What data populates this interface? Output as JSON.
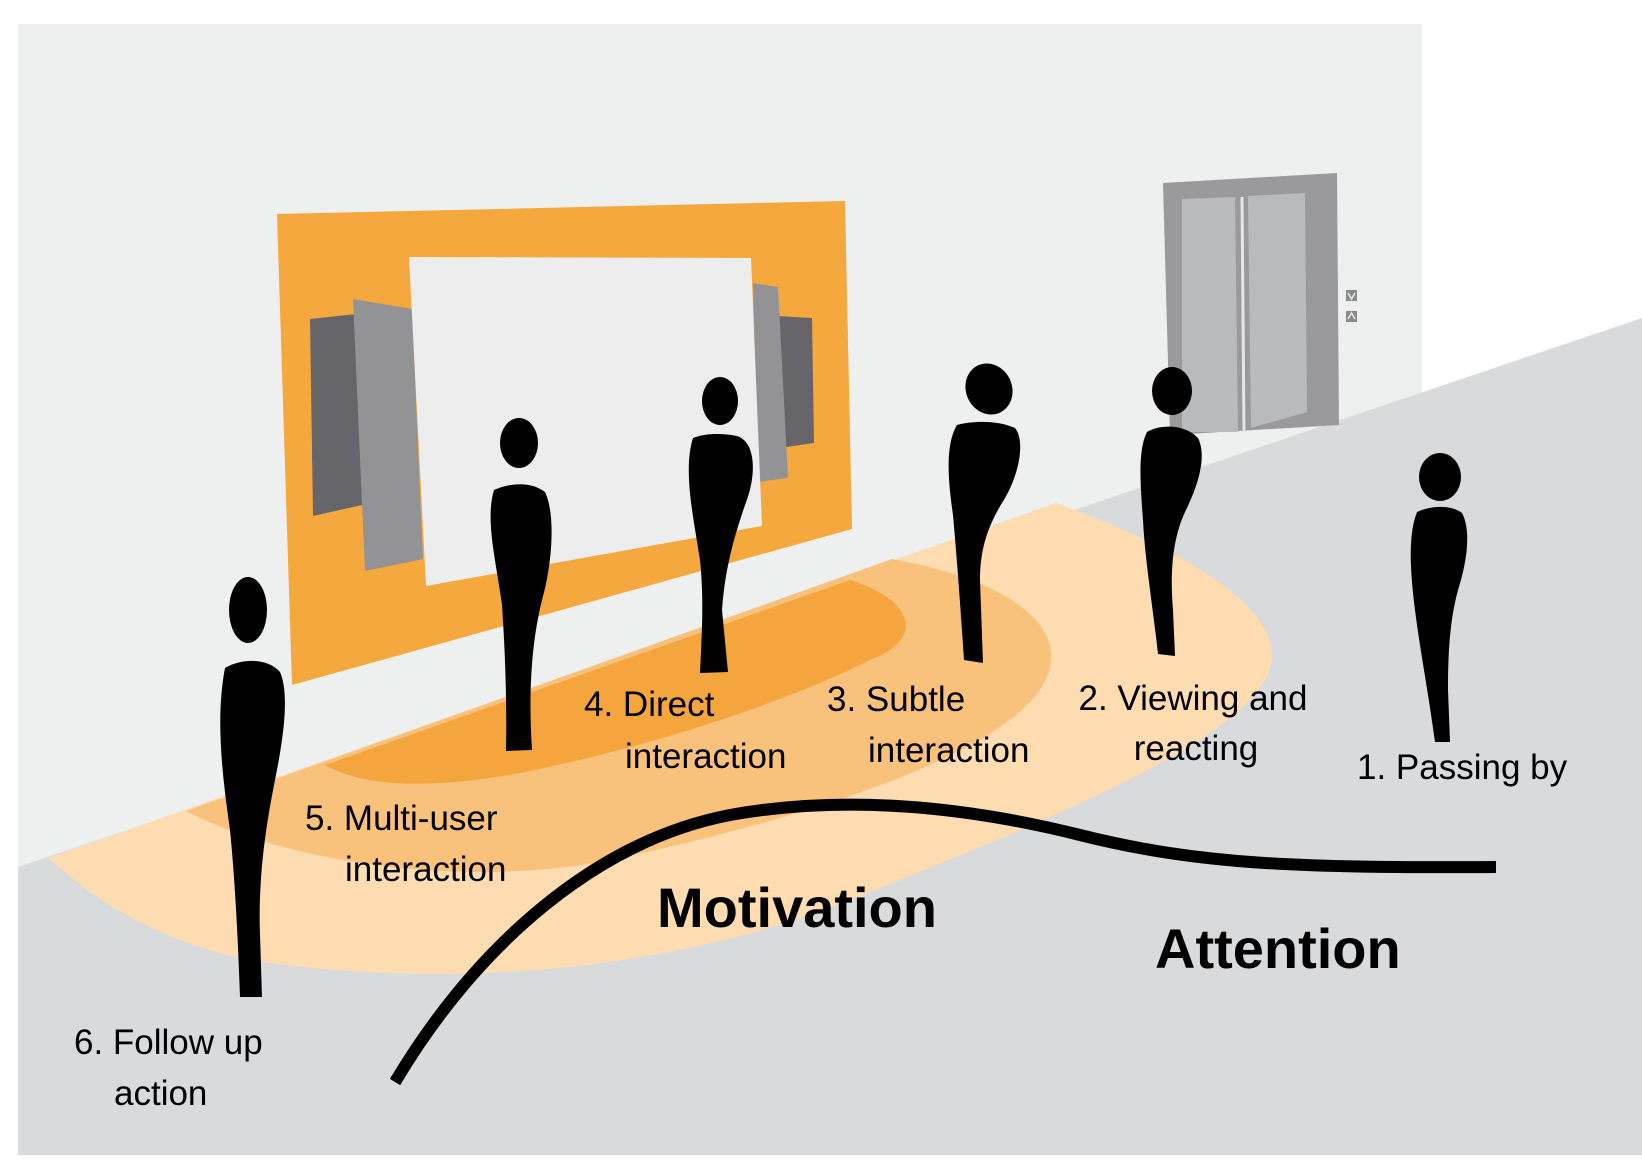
{
  "colors": {
    "wall": "#eeefef",
    "floor": "#d9dadc",
    "zone_outer": "#fcdcb0",
    "zone_middle": "#f9c27c",
    "zone_inner": "#f4a53e",
    "display_frame": "#f5a83e",
    "screen": "#ededed",
    "panel_dark": "#66666a",
    "panel_light": "#939396",
    "elevator_frame": "#9a9a9c",
    "elevator_door": "#b9babc",
    "figure": "#000000",
    "curve": "#000000"
  },
  "stages": [
    {
      "id": "passing-by",
      "line1": "1. Passing by",
      "line2": ""
    },
    {
      "id": "viewing",
      "line1": "2. Viewing and",
      "line2": "reacting"
    },
    {
      "id": "subtle",
      "line1": "3. Subtle",
      "line2": "interaction"
    },
    {
      "id": "direct",
      "line1": "4. Direct",
      "line2": "interaction"
    },
    {
      "id": "multi-user",
      "line1": "5. Multi-user",
      "line2": "interaction"
    },
    {
      "id": "follow-up",
      "line1": "6. Follow up",
      "line2": "action"
    }
  ],
  "axis_labels": {
    "motivation": "Motivation",
    "attention": "Attention"
  },
  "icons": {
    "person": "person-silhouette-icon",
    "elevator_down": "elevator-down-icon",
    "elevator_up": "elevator-up-icon"
  }
}
